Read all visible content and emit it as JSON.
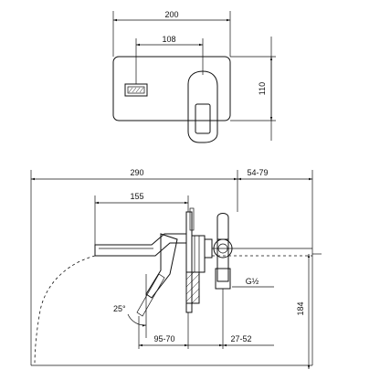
{
  "top_view": {
    "width_label": "200",
    "handle_offset_label": "108",
    "height_label": "110"
  },
  "side_view": {
    "reach_label": "290",
    "spout_label": "155",
    "depth_range_label": "54-79",
    "thread_label": "G½",
    "angle_label": "25°",
    "total_height_label": "184",
    "bottom_left_range_label": "95-70",
    "bottom_right_range_label": "27-52"
  }
}
